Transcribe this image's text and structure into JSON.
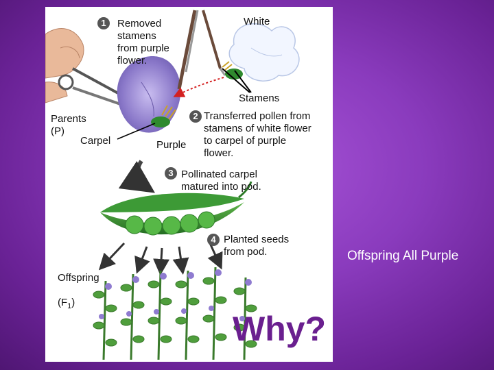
{
  "diagram": {
    "step1": {
      "number": "1",
      "text": "Removed\nstamens\nfrom purple\nflower."
    },
    "white_label": "White",
    "stamens_label": "Stamens",
    "step2": {
      "number": "2",
      "text": "Transferred pollen from\nstamens of white flower\nto carpel of purple\nflower."
    },
    "parents_label": "Parents\n(P)",
    "carpel_label": "Carpel",
    "purple_label": "Purple",
    "step3": {
      "number": "3",
      "text": "Pollinated carpel\nmatured into pod."
    },
    "step4": {
      "number": "4",
      "text": "Planted seeds\nfrom pod."
    },
    "offspring_label": "Offspring",
    "offspring_gen": "(F",
    "offspring_sub": "1",
    "offspring_close": ")",
    "why_text": "Why?"
  },
  "side_note": "Offspring All Purple",
  "colors": {
    "background": "#8a3bbd",
    "why_text": "#6a1f8f",
    "flower_purple": "#8a78c9",
    "pod_green": "#2f8a2e",
    "arrow_red": "#d42020"
  }
}
